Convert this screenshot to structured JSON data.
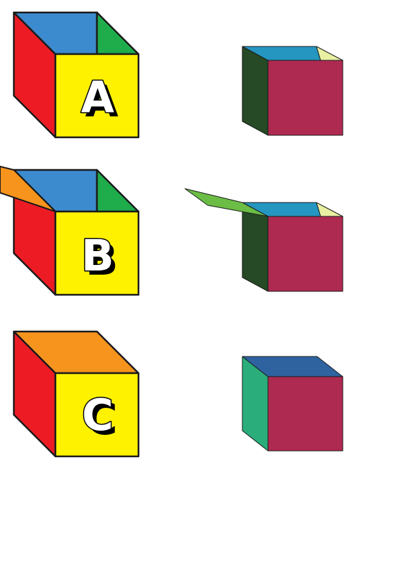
{
  "colors": {
    "outline": "#1a1a1a",
    "background": "#ffffff",
    "letter_fill": "#ffffff",
    "letter_shadow": "#000000",
    "letter_cubes": {
      "front": "#fff200",
      "side": "#ed1c24",
      "top_blue": "#3c8bce",
      "top_orange": "#f7941d",
      "inner_green": "#1fad4b",
      "open_flap": "#f7941d"
    },
    "plain_cubes": {
      "front": "#ae2a51",
      "side_dark": "#254a25",
      "side_teal": "#2aad7b",
      "top_blue": "#2596c0",
      "top_closed": "#2e63a0",
      "inner_yellow": "#e9f0a1",
      "open_flap": "#6bbd45"
    }
  },
  "cubes": [
    {
      "row": "top",
      "column": "left",
      "letter": "A",
      "state": "open-box",
      "flap": "none"
    },
    {
      "row": "middle",
      "column": "left",
      "letter": "B",
      "state": "open-box",
      "flap": "open"
    },
    {
      "row": "bottom",
      "column": "left",
      "letter": "C",
      "state": "closed",
      "flap": "none"
    },
    {
      "row": "top",
      "column": "right",
      "letter": "",
      "state": "open-box",
      "flap": "none"
    },
    {
      "row": "middle",
      "column": "right",
      "letter": "",
      "state": "open-box",
      "flap": "open"
    },
    {
      "row": "bottom",
      "column": "right",
      "letter": "",
      "state": "closed",
      "flap": "none"
    }
  ]
}
